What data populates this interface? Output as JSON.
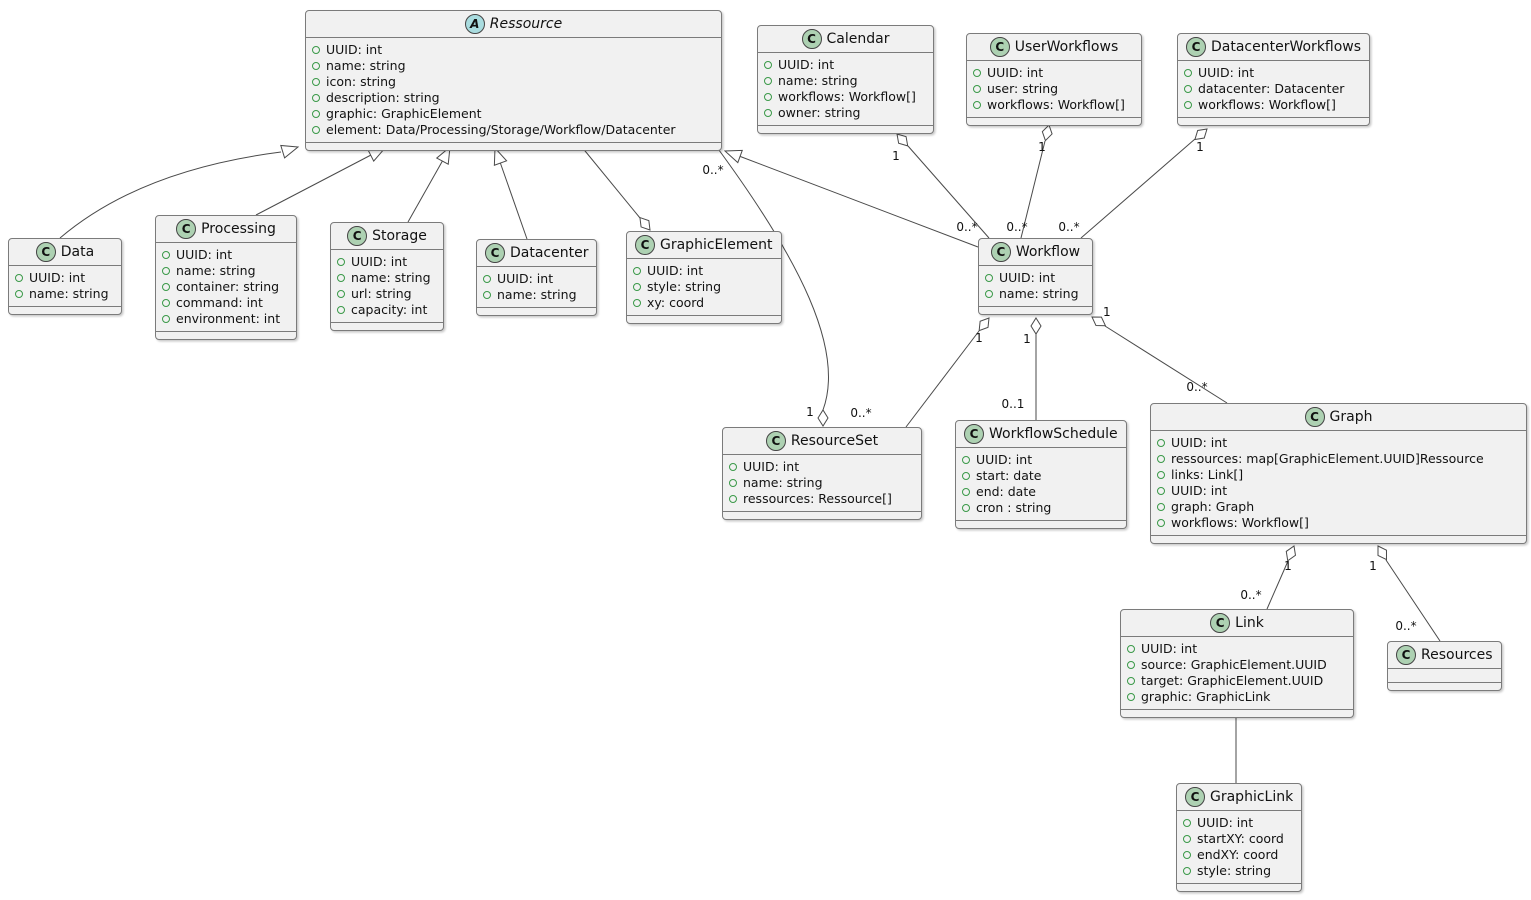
{
  "diagram": {
    "kind": "uml-class-diagram"
  },
  "colors": {
    "box_fill": "#F1F1F1",
    "box_border": "#7B7B7B",
    "class_icon_fill": "#ADD1B2",
    "abstract_icon_fill": "#A9DCDF",
    "edge": "#4A4A4A",
    "field_bullet": "#3A9948"
  },
  "classes": [
    {
      "id": "ressource",
      "kind": "abstract",
      "icon_letter": "A",
      "name": "Ressource",
      "attributes": [
        "UUID: int",
        "name: string",
        "icon: string",
        "description: string",
        "graphic: GraphicElement",
        "element: Data/Processing/Storage/Workflow/Datacenter"
      ]
    },
    {
      "id": "calendar",
      "kind": "class",
      "icon_letter": "C",
      "name": "Calendar",
      "attributes": [
        "UUID: int",
        "name: string",
        "workflows: Workflow[]",
        "owner: string"
      ]
    },
    {
      "id": "userworkflows",
      "kind": "class",
      "icon_letter": "C",
      "name": "UserWorkflows",
      "attributes": [
        "UUID: int",
        "user: string",
        "workflows: Workflow[]"
      ]
    },
    {
      "id": "datacenterworkflows",
      "kind": "class",
      "icon_letter": "C",
      "name": "DatacenterWorkflows",
      "attributes": [
        "UUID: int",
        "datacenter: Datacenter",
        "workflows: Workflow[]"
      ]
    },
    {
      "id": "data",
      "kind": "class",
      "icon_letter": "C",
      "name": "Data",
      "attributes": [
        "UUID: int",
        "name: string"
      ]
    },
    {
      "id": "processing",
      "kind": "class",
      "icon_letter": "C",
      "name": "Processing",
      "attributes": [
        "UUID: int",
        "name: string",
        "container: string",
        "command: int",
        "environment: int"
      ]
    },
    {
      "id": "storage",
      "kind": "class",
      "icon_letter": "C",
      "name": "Storage",
      "attributes": [
        "UUID: int",
        "name: string",
        "url: string",
        "capacity: int"
      ]
    },
    {
      "id": "datacenter",
      "kind": "class",
      "icon_letter": "C",
      "name": "Datacenter",
      "attributes": [
        "UUID: int",
        "name: string"
      ]
    },
    {
      "id": "graphicelement",
      "kind": "class",
      "icon_letter": "C",
      "name": "GraphicElement",
      "attributes": [
        "UUID: int",
        "style: string",
        "xy: coord"
      ]
    },
    {
      "id": "workflow",
      "kind": "class",
      "icon_letter": "C",
      "name": "Workflow",
      "attributes": [
        "UUID: int",
        "name: string"
      ]
    },
    {
      "id": "resourceset",
      "kind": "class",
      "icon_letter": "C",
      "name": "ResourceSet",
      "attributes": [
        "UUID: int",
        "name: string",
        "ressources: Ressource[]"
      ]
    },
    {
      "id": "workflowschedule",
      "kind": "class",
      "icon_letter": "C",
      "name": "WorkflowSchedule",
      "attributes": [
        "UUID: int",
        "start: date",
        "end: date",
        "cron : string"
      ]
    },
    {
      "id": "graph",
      "kind": "class",
      "icon_letter": "C",
      "name": "Graph",
      "attributes": [
        "UUID: int",
        "ressources: map[GraphicElement.UUID]Ressource",
        "links: Link[]",
        "UUID: int",
        "graph: Graph",
        "workflows: Workflow[]"
      ]
    },
    {
      "id": "link",
      "kind": "class",
      "icon_letter": "C",
      "name": "Link",
      "attributes": [
        "UUID: int",
        "source: GraphicElement.UUID",
        "target: GraphicElement.UUID",
        "graphic: GraphicLink"
      ]
    },
    {
      "id": "resources",
      "kind": "class",
      "icon_letter": "C",
      "name": "Resources",
      "attributes": []
    },
    {
      "id": "graphiclink",
      "kind": "class",
      "icon_letter": "C",
      "name": "GraphicLink",
      "attributes": [
        "UUID: int",
        "startXY: coord",
        "endXY: coord",
        "style: string"
      ]
    }
  ],
  "relations": [
    {
      "type": "inheritance",
      "from": "Data",
      "to": "Ressource",
      "labels": {}
    },
    {
      "type": "inheritance",
      "from": "Processing",
      "to": "Ressource",
      "labels": {}
    },
    {
      "type": "inheritance",
      "from": "Storage",
      "to": "Ressource",
      "labels": {}
    },
    {
      "type": "inheritance",
      "from": "Datacenter",
      "to": "Ressource",
      "labels": {}
    },
    {
      "type": "inheritance",
      "from": "Workflow",
      "to": "Ressource",
      "labels": {}
    },
    {
      "type": "aggregation",
      "from": "GraphicElement",
      "to": "Ressource",
      "labels": {}
    },
    {
      "type": "aggregation",
      "from": "ResourceSet",
      "to": "Ressource",
      "labels": {
        "from": "1",
        "to": "0..*"
      }
    },
    {
      "type": "aggregation",
      "from": "Calendar",
      "to": "Workflow",
      "labels": {
        "from": "1",
        "to": "0..*"
      }
    },
    {
      "type": "aggregation",
      "from": "UserWorkflows",
      "to": "Workflow",
      "labels": {
        "from": "1",
        "to": "0..*"
      }
    },
    {
      "type": "aggregation",
      "from": "DatacenterWorkflows",
      "to": "Workflow",
      "labels": {
        "from": "1",
        "to": "0..*"
      }
    },
    {
      "type": "aggregation",
      "from": "Workflow",
      "to": "ResourceSet",
      "labels": {
        "from": "1",
        "to": "0..*"
      }
    },
    {
      "type": "aggregation",
      "from": "Workflow",
      "to": "WorkflowSchedule",
      "labels": {
        "from": "1",
        "to": "0..1"
      }
    },
    {
      "type": "aggregation",
      "from": "Workflow",
      "to": "Graph",
      "labels": {
        "from": "1",
        "to": "0..*"
      }
    },
    {
      "type": "aggregation",
      "from": "Graph",
      "to": "Link",
      "labels": {
        "from": "1",
        "to": "0..*"
      }
    },
    {
      "type": "aggregation",
      "from": "Graph",
      "to": "Resources",
      "labels": {
        "from": "1",
        "to": "0..*"
      }
    },
    {
      "type": "association",
      "from": "Link",
      "to": "GraphicLink",
      "labels": {}
    }
  ]
}
